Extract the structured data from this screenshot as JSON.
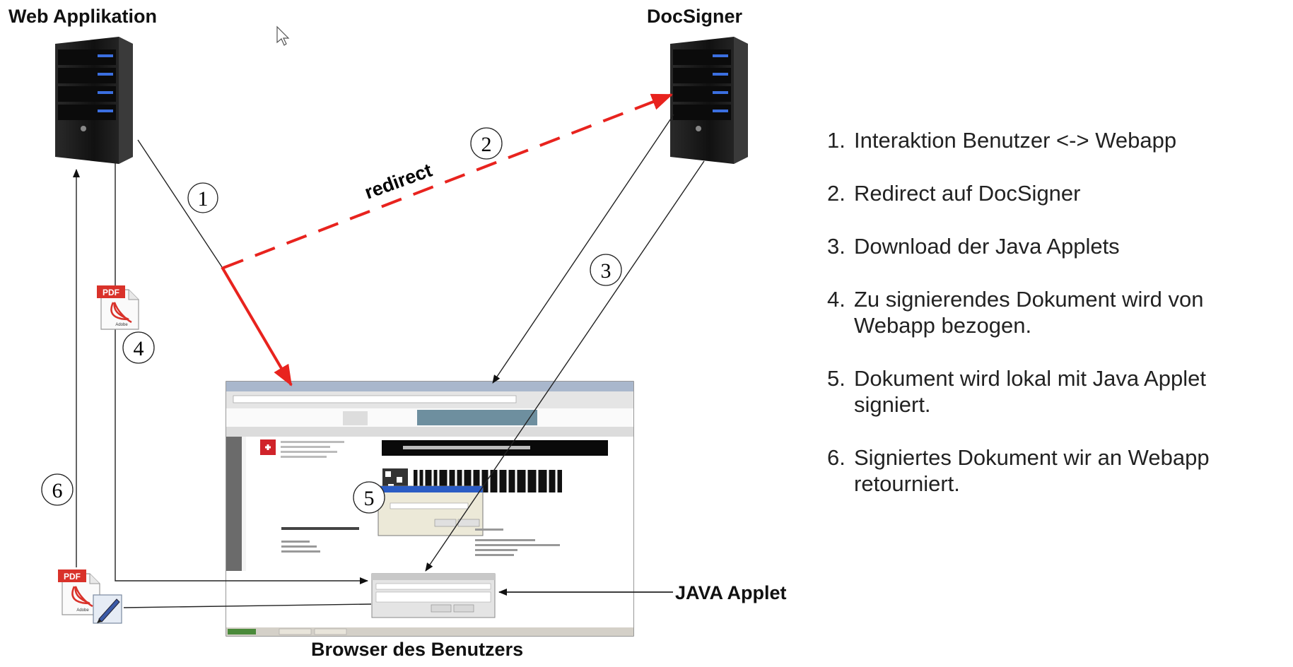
{
  "titles": {
    "web_app": "Web Applikation",
    "docsigner": "DocSigner",
    "browser": "Browser des Benutzers",
    "java_applet": "JAVA Applet"
  },
  "edges": {
    "redirect_label": "redirect",
    "step_markers": [
      "1",
      "2",
      "3",
      "4",
      "5",
      "6"
    ]
  },
  "document_icons": {
    "pdf_label": "PDF",
    "adobe_label": "Adobe"
  },
  "steps": [
    {
      "num": "1.",
      "text": "Interaktion Benutzer <-> Webapp"
    },
    {
      "num": "2.",
      "text": "Redirect auf DocSigner"
    },
    {
      "num": "3.",
      "text": "Download der Java Applets"
    },
    {
      "num": "4.",
      "text": "Zu signierendes Dokument wird von Webapp bezogen."
    },
    {
      "num": "5.",
      "text": "Dokument wird lokal mit Java Applet signiert."
    },
    {
      "num": "6.",
      "text": "Signiertes Dokument wir an Webapp retourniert."
    }
  ],
  "colors": {
    "redirect": "#e8231e",
    "server_body": "#1a1a1a",
    "server_led": "#3b6fe0",
    "pdf_red": "#d9322a"
  }
}
